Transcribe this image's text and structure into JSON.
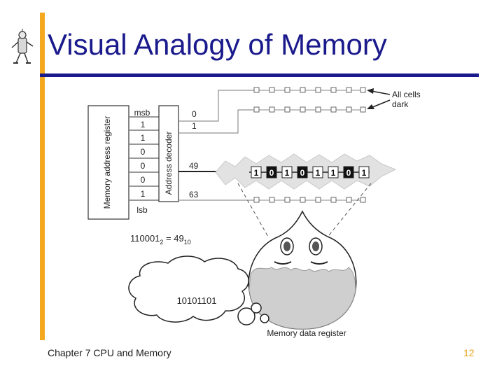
{
  "slide": {
    "title": "Visual Analogy of Memory",
    "footer": "Chapter 7 CPU and Memory",
    "page_number": "12"
  },
  "diagram": {
    "mar_label": "Memory address register",
    "decoder_label": "Address decoder",
    "msb": "msb",
    "lsb": "lsb",
    "register_bits": [
      "1",
      "1",
      "0",
      "0",
      "0",
      "1"
    ],
    "line_labels": [
      "0",
      "1",
      "49",
      "63"
    ],
    "cells_note_line1": "All cells",
    "cells_note_line2": "dark",
    "row49_bits": [
      "1",
      "0",
      "1",
      "0",
      "1",
      "1",
      "0",
      "1"
    ],
    "equation": "110001",
    "equation_base_left": "2",
    "equation_rhs": " = 49",
    "equation_base_right": "10",
    "thought_value": "10101101",
    "mdr_label": "Memory data register"
  }
}
